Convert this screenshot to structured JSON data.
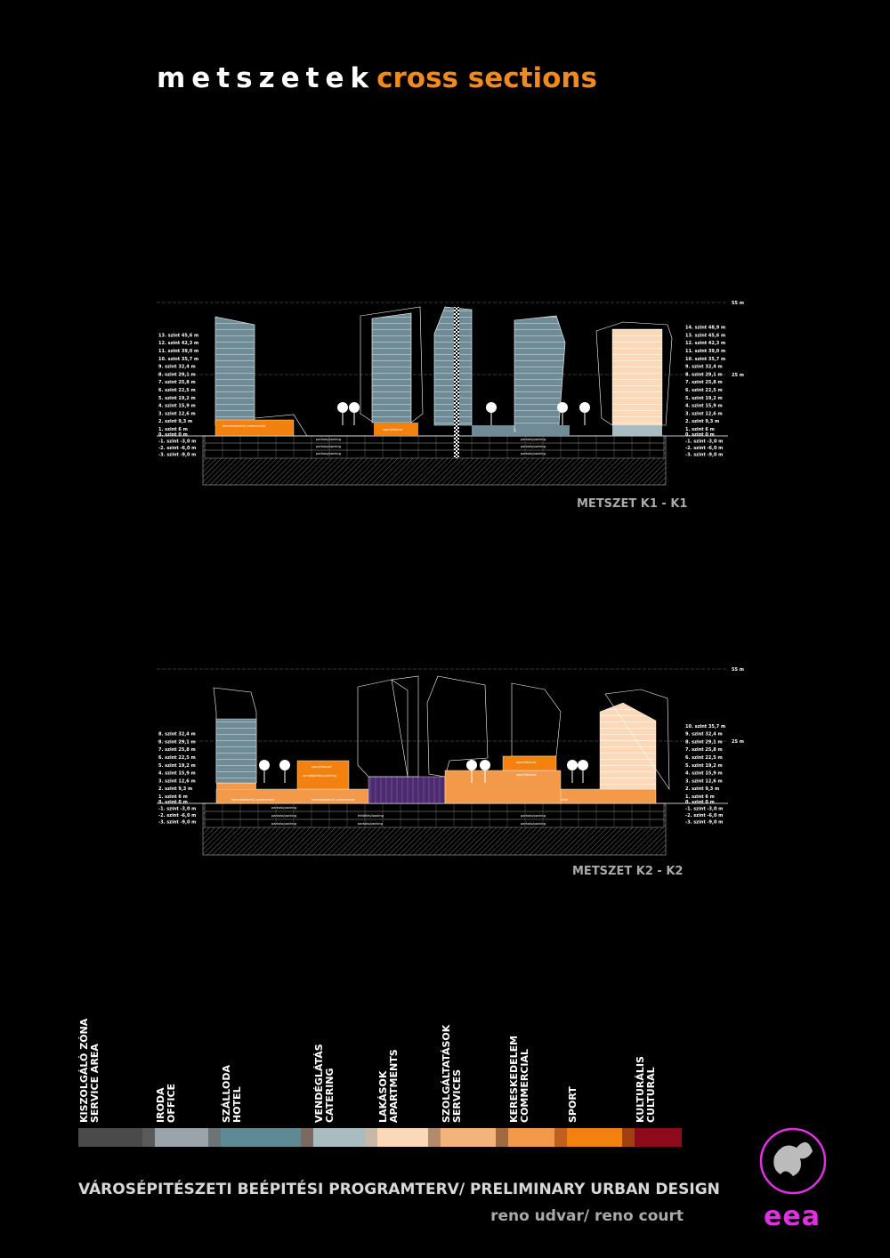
{
  "title": {
    "hu": "metszetek",
    "en": "cross sections"
  },
  "section1": {
    "name": "METSZET K1 - K1",
    "top_level": "55 m",
    "mid_level": "25 m",
    "left_levels": [
      "13. szint 45,6 m",
      "12. szint 42,3 m",
      "11. szint 39,0 m",
      "10. szint 35,7 m",
      "9. szint 32,4 m",
      "8. szint 29,1 m",
      "7. szint 25,8 m",
      "6. szint 22,5 m",
      "5. szint 19,2 m",
      "4. szint 15,9 m",
      "3. szint 12,6 m",
      "2. szint 9,3 m",
      "1. szint 6 m",
      "0. szint 0 m",
      "-1. szint -3,0 m",
      "-2. szint -6,0 m",
      "-3. szint -9,0 m"
    ],
    "right_levels": [
      "14. szint 48,9 m",
      "13. szint 45,6 m",
      "12. szint 42,3 m",
      "11. szint 39,0 m",
      "10. szint 35,7 m",
      "9. szint 32,4 m",
      "8. szint 29,1 m",
      "7. szint 25,8 m",
      "6. szint 22,5 m",
      "5. szint 19,2 m",
      "4. szint 15,9 m",
      "3. szint 12,6 m",
      "2. szint 9,3 m",
      "1. szint 6 m",
      "0. szint 0 m",
      "-1. szint -3,0 m",
      "-2. szint -6,0 m",
      "-3. szint -9,0 m"
    ]
  },
  "section2": {
    "name": "METSZET K2 - K2",
    "top_level": "55 m",
    "mid_level": "25 m",
    "left_levels": [
      "8. szint 32,4 m",
      "8. szint 29,1 m",
      "7. szint 25,8 m",
      "6. szint 22,5 m",
      "5. szint 19,2 m",
      "4. szint 15,9 m",
      "3. szint 12,6 m",
      "2. szint 9,3 m",
      "1. szint 6 m",
      "0. szint 0 m",
      "-1. szint -3,0 m",
      "-2. szint -6,0 m",
      "-3. szint -9,0 m"
    ],
    "right_levels": [
      "10. szint 35,7 m",
      "9. szint 32,4 m",
      "8. szint 29,1 m",
      "7. szint 25,8 m",
      "6. szint 22,5 m",
      "5. szint 19,2 m",
      "4. szint 15,9 m",
      "3. szint 12,6 m",
      "2. szint 9,3 m",
      "1. szint 6 m",
      "0. szint 0 m",
      "-1. szint -3,0 m",
      "-2. szint -6,0 m",
      "-3. szint -9,0 m"
    ]
  },
  "labels": {
    "office": "iroda/office",
    "hotel": "szálloda/hotel",
    "parking": "parkolo/parking",
    "commercial": "kereskedelem/ commercial",
    "sport": "sport/leisure",
    "catering": "vendéglátás/catering",
    "loading": "feltöltés/loading"
  },
  "legend": [
    {
      "hu": "KISZOLGÁLÓ ZÓNA",
      "en": "SERVICE AREA",
      "color": "#4a4a4a"
    },
    {
      "hu": "IRODA",
      "en": "OFFICE",
      "color": "#9aa4aa"
    },
    {
      "hu": "SZÁLLODA",
      "en": "HOTEL",
      "color": "#5e8a94"
    },
    {
      "hu": "VENDÉGLÁTÁS",
      "en": "CATERING",
      "color": "#a9bcc2"
    },
    {
      "hu": "LAKÁSOK",
      "en": "APARTMENTS",
      "color": "#fbd8b8"
    },
    {
      "hu": "SZOLGÁLTATÁSOK",
      "en": "SERVICES",
      "color": "#f3b47c"
    },
    {
      "hu": "KERESKEDELEM",
      "en": "COMMERCIAL",
      "color": "#f39a4a"
    },
    {
      "hu": "SPORT",
      "en": "",
      "color": "#f3810f"
    },
    {
      "hu": "KULTURÁLIS",
      "en": "CULTURAL",
      "color": "#8c0a1a"
    }
  ],
  "footer": {
    "line1": "VÁROSÉPITÉSZETI BEÉPITÉSI PROGRAMTERV/ PRELIMINARY URBAN DESIGN",
    "line2": "reno udvar/ reno court"
  },
  "logo": {
    "text": "eea"
  }
}
